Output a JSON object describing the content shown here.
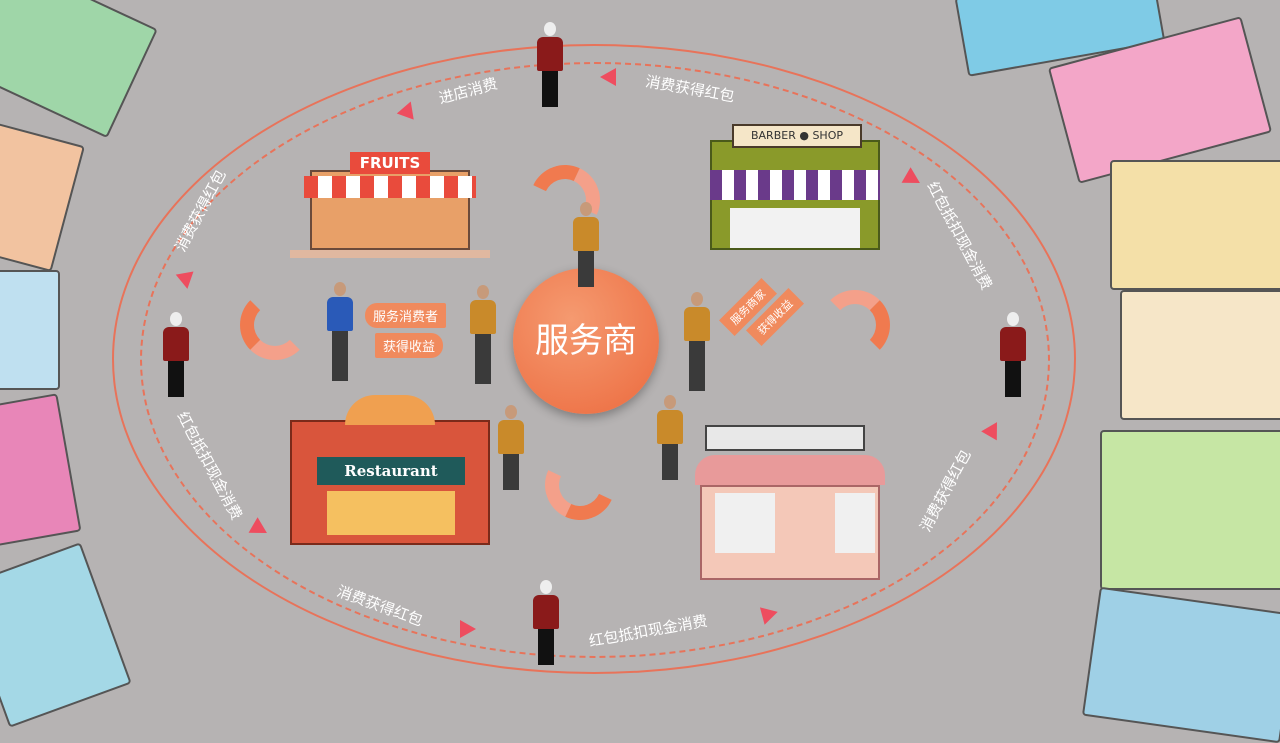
{
  "center": {
    "label": "服务商",
    "color": "#f07a4f"
  },
  "arrows_left": {
    "serve": "服务消费者",
    "earn": "获得收益"
  },
  "arrows_right": {
    "serve": "服务商家",
    "earn": "获得收益"
  },
  "shops": {
    "fruits": "FRUITS",
    "barber_left": "BARBER",
    "barber_right": "SHOP",
    "restaurant": "Restaurant"
  },
  "flow_labels": {
    "top_left": "进店消费",
    "top_right": "消费获得红包",
    "left_upper": "消费获得红包",
    "right_upper": "红包抵扣现金消费",
    "left_lower": "红包抵扣现金消费",
    "right_lower": "消费获得红包",
    "bottom_left": "消费获得红包",
    "bottom_right": "红包抵扣现金消费"
  },
  "colors": {
    "background": "#b6b3b3",
    "ring": "#e8735a",
    "arrow": "#ee4d5f"
  }
}
